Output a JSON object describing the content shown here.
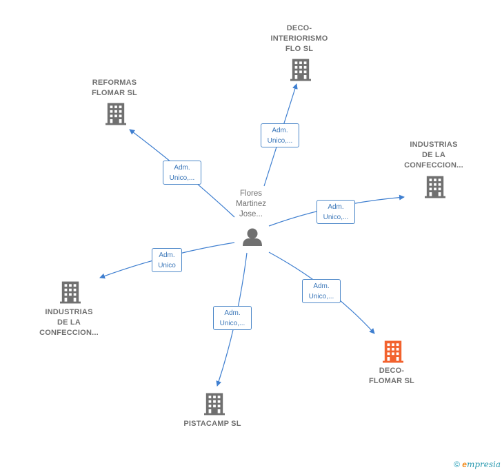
{
  "person": {
    "label": "Flores\nMartinez\nJose..."
  },
  "companies": {
    "reformas": {
      "label": "REFORMAS\nFLOMAR  SL"
    },
    "deco_interiorismo": {
      "label": "DECO-\nINTERIORISMO\nFLO  SL"
    },
    "industrias_right": {
      "label": "INDUSTRIAS\nDE LA\nCONFECCION..."
    },
    "industrias_left": {
      "label": "INDUSTRIAS\nDE LA\nCONFECCION..."
    },
    "pistacamp": {
      "label": "PISTACAMP  SL"
    },
    "deco_flomar": {
      "label": "DECO-\nFLOMAR  SL"
    }
  },
  "edges": {
    "reformas": "Adm.\nUnico,...",
    "deco_interiorismo": "Adm.\nUnico,...",
    "industrias_right": "Adm.\nUnico,...",
    "industrias_left": "Adm.\nUnico",
    "pistacamp": "Adm.\nUnico,...",
    "deco_flomar": "Adm.\nUnico,..."
  },
  "colors": {
    "edge": "#3f7fd0",
    "building": "#707070",
    "building_highlight": "#f2622e",
    "person_icon": "#707070"
  },
  "footer": {
    "copyright": "©",
    "brand_initial": "e",
    "brand_rest": "mpresia"
  }
}
